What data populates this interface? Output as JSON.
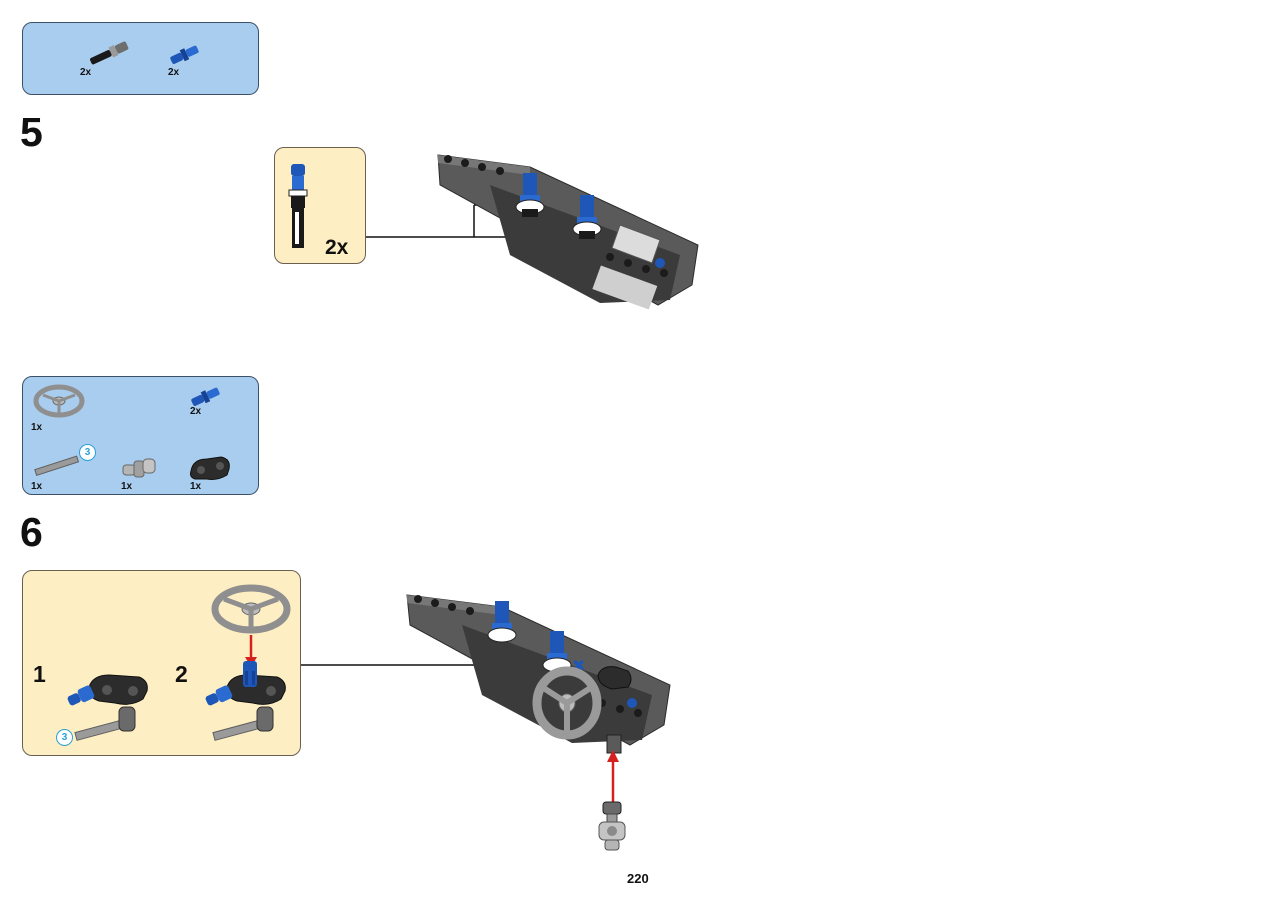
{
  "page": {
    "number": "220"
  },
  "step5": {
    "number": "5",
    "parts": [
      {
        "name": "axle-pin-with-friction-black-icon",
        "qty": "2x"
      },
      {
        "name": "axle-pin-blue-icon",
        "qty": "2x"
      }
    ],
    "subassembly": {
      "qty": "2x"
    }
  },
  "step6": {
    "number": "6",
    "parts": [
      {
        "name": "steering-wheel-icon",
        "qty": "1x"
      },
      {
        "name": "axle-pin-blue-icon",
        "qty": "2x"
      },
      {
        "name": "axle-3-icon",
        "qty": "1x",
        "badge": "3"
      },
      {
        "name": "universal-joint-icon",
        "qty": "1x"
      },
      {
        "name": "cross-block-black-icon",
        "qty": "1x"
      }
    ],
    "subassembly": {
      "step1": "1",
      "step2": "2",
      "axle_badge": "3"
    }
  },
  "colors": {
    "parts_box": "#a9cdee",
    "subassembly_box": "#fdeec3",
    "brick_dark_gray": "#5a5a5a",
    "brick_blue": "#1f57b8",
    "arrow_red": "#d62020"
  }
}
